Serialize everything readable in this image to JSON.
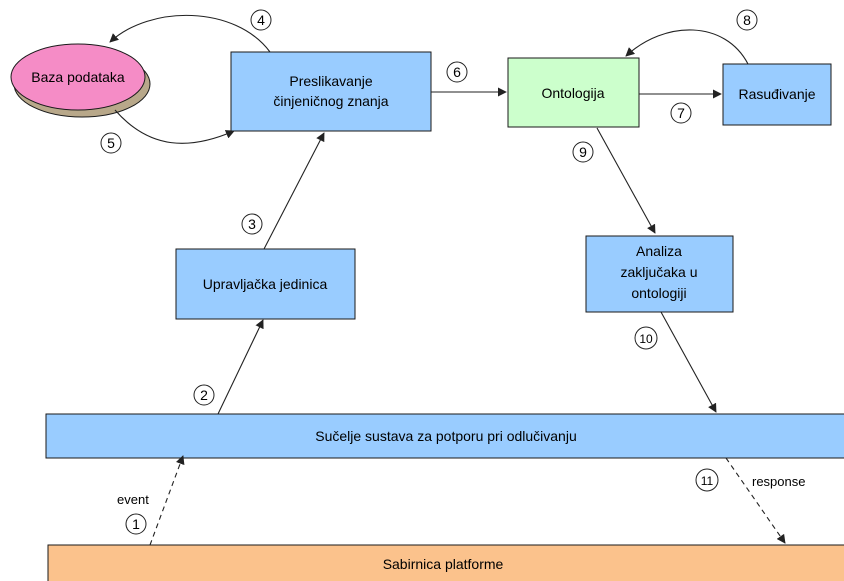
{
  "nodes": {
    "database": "Baza podataka",
    "mapping": [
      "Preslikavanje",
      "činjeničnog znanja"
    ],
    "ontology": "Ontologija",
    "reasoning": "Rasuđivanje",
    "control_unit": "Upravljačka jedinica",
    "analysis": [
      "Analiza",
      "zaključaka u",
      "ontologiji"
    ],
    "interface": "Sučelje sustava za potporu pri odlučivanju",
    "bus": "Sabirnica platforme"
  },
  "step_numbers": [
    "1",
    "2",
    "3",
    "4",
    "5",
    "6",
    "7",
    "8",
    "9",
    "10",
    "11"
  ],
  "edge_labels": {
    "event": "event",
    "response": "response"
  },
  "colors": {
    "box_fill": "#99ccff",
    "box_stroke": "#1a1a1a",
    "ontology_fill": "#ccffcc",
    "database_fill": "#f58cc6",
    "database_shadow": "#b8a88a",
    "bus_fill": "#fbc28c",
    "line": "#222222"
  }
}
